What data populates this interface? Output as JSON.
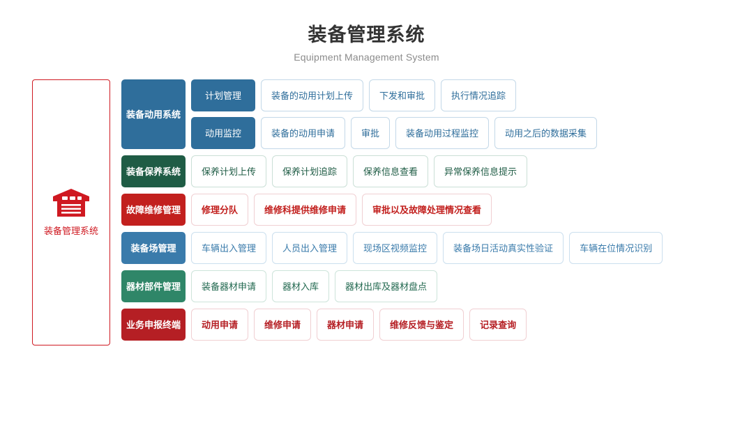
{
  "header": {
    "title": "装备管理系统",
    "subtitle": "Equipment Management System"
  },
  "system_panel": {
    "icon": "warehouse-icon",
    "label": "装备管理系统",
    "border_color": "#cf1921",
    "text_color": "#cf1921"
  },
  "rows": [
    {
      "category": "装备动用系统",
      "theme": "t-blue",
      "accent": "#2f6e9b",
      "subrows": [
        {
          "sub_label": "计划管理",
          "chips": [
            "装备的动用计划上传",
            "下发和审批",
            "执行情况追踪"
          ]
        },
        {
          "sub_label": "动用监控",
          "chips": [
            "装备的动用申请",
            "审批",
            "装备动用过程监控",
            "动用之后的数据采集"
          ]
        }
      ]
    },
    {
      "category": "装备保养系统",
      "theme": "t-green",
      "accent": "#1f5c45",
      "subrows": [
        {
          "sub_label": null,
          "chips": [
            "保养计划上传",
            "保养计划追踪",
            "保养信息查看",
            "异常保养信息提示"
          ]
        }
      ]
    },
    {
      "category": "故障维修管理",
      "theme": "t-red",
      "accent": "#c2201e",
      "subrows": [
        {
          "sub_label": null,
          "chips": [
            "修理分队",
            "维修科提供维修申请",
            "审批以及故障处理情况查看"
          ]
        }
      ]
    },
    {
      "category": "装备场管理",
      "theme": "t-blue2",
      "accent": "#3a7bab",
      "subrows": [
        {
          "sub_label": null,
          "chips": [
            "车辆出入管理",
            "人员出入管理",
            "现场区视频监控",
            "装备场日活动真实性验证",
            "车辆在位情况识别"
          ]
        }
      ]
    },
    {
      "category": "器材部件管理",
      "theme": "t-green2",
      "accent": "#2f8668",
      "subrows": [
        {
          "sub_label": null,
          "chips": [
            "装备器材申请",
            "器材入库",
            "器材出库及器材盘点"
          ]
        }
      ]
    },
    {
      "category": "业务申报终端",
      "theme": "t-red2",
      "accent": "#b51f24",
      "subrows": [
        {
          "sub_label": null,
          "chips": [
            "动用申请",
            "维修申请",
            "器材申请",
            "维修反馈与鉴定",
            "记录查询"
          ]
        }
      ]
    }
  ]
}
